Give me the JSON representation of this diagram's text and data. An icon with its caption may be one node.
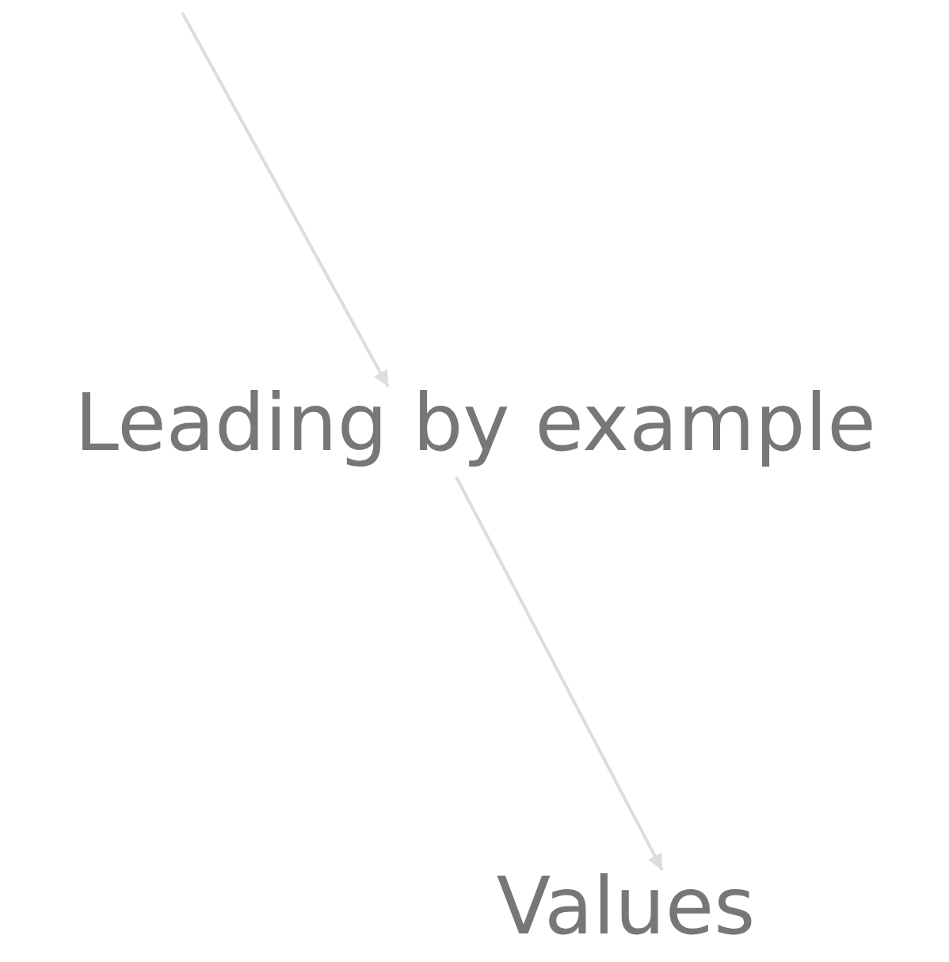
{
  "diagram": {
    "nodes": [
      {
        "text": [
          "Leading by example"
        ]
      },
      {
        "text": [
          "Values"
        ]
      }
    ],
    "edges": [
      {
        "from": null,
        "to": 0,
        "arrow": "to"
      },
      {
        "from": 0,
        "to": 1,
        "arrow": "to"
      }
    ]
  }
}
